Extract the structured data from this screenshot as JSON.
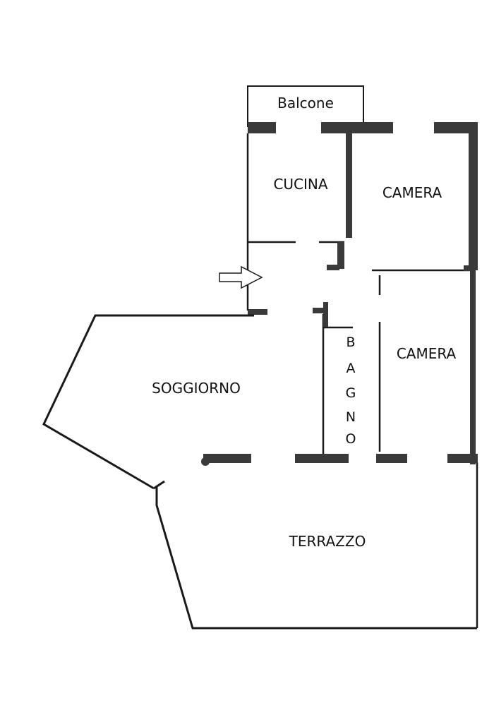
{
  "plan": {
    "rooms": {
      "balcone": "Balcone",
      "cucina": "CUCINA",
      "camera_top": "CAMERA",
      "camera_right": "CAMERA",
      "soggiorno": "SOGGIORNO",
      "bagno_letters": [
        "B",
        "A",
        "G",
        "N",
        "O"
      ],
      "terrazzo": "TERRAZZO"
    },
    "icons": {
      "entrance": "entrance-arrow-icon"
    },
    "colors": {
      "wall": "#3a3a3a",
      "line": "#1a1a1a",
      "background": "#ffffff"
    }
  }
}
